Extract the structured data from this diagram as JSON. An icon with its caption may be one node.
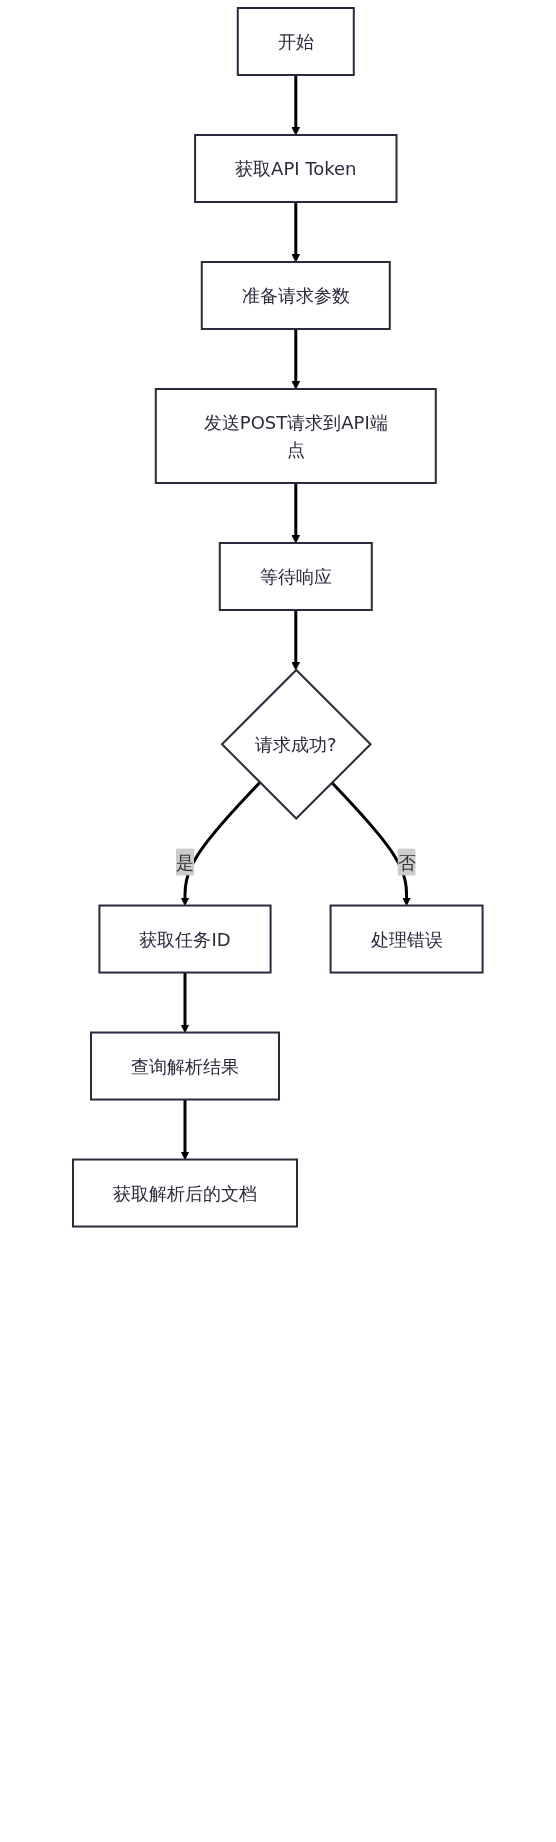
{
  "diagram": {
    "nodes": [
      {
        "text": [
          "开始"
        ]
      },
      {
        "text": [
          "获取API Token"
        ]
      },
      {
        "text": [
          "准备请求参数"
        ]
      },
      {
        "text": [
          "发送POST请求到API端点"
        ]
      },
      {
        "text": [
          "等待响应"
        ]
      },
      {
        "text": [
          "请求成功?"
        ]
      },
      {
        "text": [
          "获取任务ID"
        ]
      },
      {
        "text": [
          "处理错误"
        ]
      },
      {
        "text": [
          "查询解析结果"
        ]
      },
      {
        "text": [
          "获取解析后的文档"
        ]
      }
    ],
    "edges": [
      {
        "from": 0,
        "to": 1,
        "arrow": "to"
      },
      {
        "from": 1,
        "to": 2,
        "arrow": "to"
      },
      {
        "from": 2,
        "to": 3,
        "arrow": "to"
      },
      {
        "from": 3,
        "to": 4,
        "arrow": "to"
      },
      {
        "from": 4,
        "to": 5,
        "arrow": "to"
      },
      {
        "from": 5,
        "to": 6,
        "label": "是",
        "arrow": "to"
      },
      {
        "from": 5,
        "to": 7,
        "label": "否",
        "arrow": "to"
      },
      {
        "from": 6,
        "to": 8,
        "arrow": "to"
      },
      {
        "from": 8,
        "to": 9,
        "arrow": "to"
      }
    ]
  }
}
